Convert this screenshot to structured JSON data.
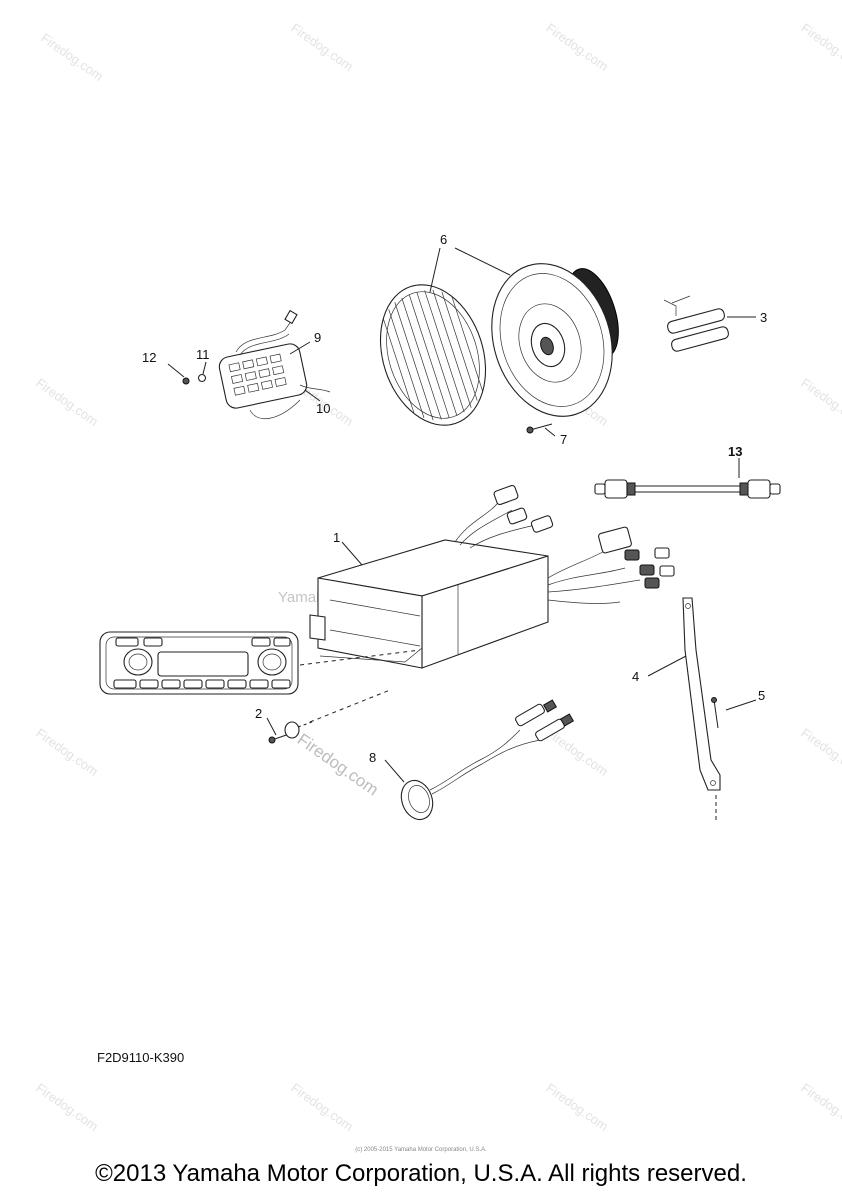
{
  "callouts": {
    "c1": "1",
    "c2": "2",
    "c3": "3",
    "c4": "4",
    "c5": "5",
    "c6": "6",
    "c7": "7",
    "c8": "8",
    "c9": "9",
    "c10": "10",
    "c11": "11",
    "c12": "12",
    "c13": "13"
  },
  "watermark": {
    "site": "Firedog.com",
    "center": "Yamaha Motor Corp, U.S.A."
  },
  "drawing_code": "F2D9110-K390",
  "tiny_copyright": "(c) 2005-2015 Yamaha Motor Corporation, U.S.A.",
  "copyright": "©2013 Yamaha Motor Corporation, U.S.A. All rights reserved.",
  "colors": {
    "line": "#222222",
    "watermark": "#d9d9d9"
  }
}
